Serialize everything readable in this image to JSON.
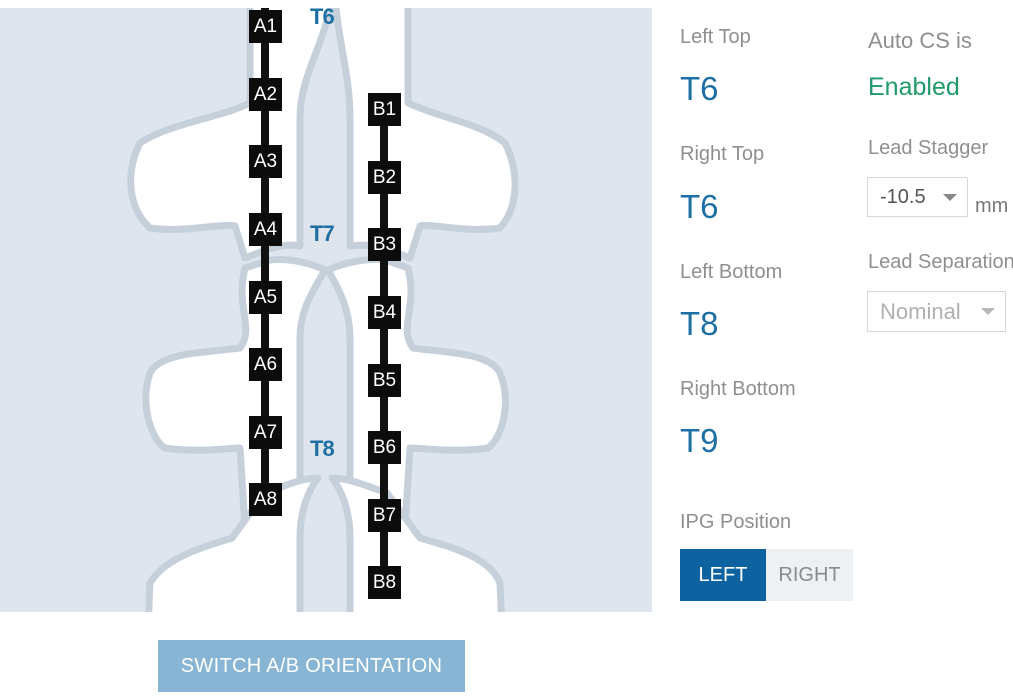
{
  "spine": {
    "vertebra_labels": [
      "T6",
      "T7",
      "T8"
    ],
    "lead_a": [
      "A1",
      "A2",
      "A3",
      "A4",
      "A5",
      "A6",
      "A7",
      "A8"
    ],
    "lead_b": [
      "B1",
      "B2",
      "B3",
      "B4",
      "B5",
      "B6",
      "B7",
      "B8"
    ]
  },
  "positions": {
    "left_top_label": "Left Top",
    "left_top_value": "T6",
    "right_top_label": "Right Top",
    "right_top_value": "T6",
    "left_bottom_label": "Left Bottom",
    "left_bottom_value": "T8",
    "right_bottom_label": "Right Bottom",
    "right_bottom_value": "T9"
  },
  "auto_cs": {
    "label": "Auto CS is",
    "status": "Enabled"
  },
  "lead_stagger": {
    "label": "Lead Stagger",
    "value": "-10.5",
    "unit": "mm"
  },
  "lead_separation": {
    "label": "Lead Separation",
    "value": "Nominal"
  },
  "ipg_position": {
    "label": "IPG Position",
    "options": [
      "LEFT",
      "RIGHT"
    ],
    "selected": "LEFT"
  },
  "switch_button": "SWITCH A/B ORIENTATION",
  "colors": {
    "accent": "#0d63a0",
    "value_text": "#1e6fa3",
    "enabled": "#1f9a6a",
    "switch_button_bg": "#88b5d3"
  }
}
